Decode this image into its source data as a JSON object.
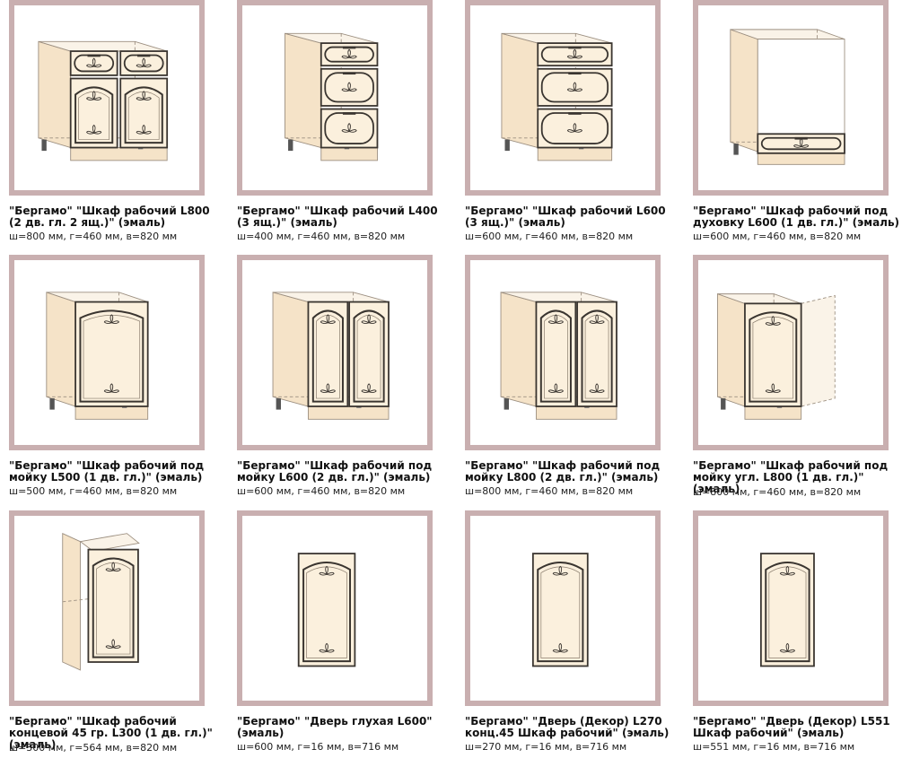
{
  "colors": {
    "frame": "#c9afb0",
    "side": "#f5e3c8",
    "door": "#fbf0dd",
    "line": "#3a3530"
  },
  "products": [
    {
      "title": "\"Бергамо\" \"Шкаф рабочий L800 (2 дв. гл. 2 ящ.)\" (эмаль)",
      "dims": "ш=800 мм, г=460 мм, в=820 мм",
      "icon": "cabinet-2door-2drawer-icon"
    },
    {
      "title": "\"Бергамо\" \"Шкаф рабочий L400 (3 ящ.)\" (эмаль)",
      "dims": "ш=400 мм, г=460 мм, в=820 мм",
      "icon": "cabinet-3drawer-narrow-icon"
    },
    {
      "title": "\"Бергамо\" \"Шкаф рабочий L600 (3 ящ.)\" (эмаль)",
      "dims": "ш=600 мм, г=460 мм, в=820 мм",
      "icon": "cabinet-3drawer-icon"
    },
    {
      "title": "\"Бергамо\" \"Шкаф рабочий под духовку L600 (1 дв. гл.)\" (эмаль)",
      "dims": "ш=600 мм, г=460 мм, в=820 мм",
      "icon": "oven-cabinet-icon"
    },
    {
      "title": "\"Бергамо\" \"Шкаф рабочий под мойку L500 (1 дв. гл.)\" (эмаль)",
      "dims": "ш=500 мм, г=460 мм, в=820 мм",
      "icon": "sink-cabinet-1door-icon"
    },
    {
      "title": "\"Бергамо\" \"Шкаф рабочий под мойку L600 (2 дв. гл.)\" (эмаль)",
      "dims": "ш=600 мм, г=460 мм, в=820 мм",
      "icon": "sink-cabinet-2door-icon"
    },
    {
      "title": "\"Бергамо\" \"Шкаф рабочий под мойку L800 (2 дв. гл.)\" (эмаль)",
      "dims": "ш=800 мм, г=460 мм, в=820 мм",
      "icon": "sink-cabinet-2door-wide-icon"
    },
    {
      "title": "\"Бергамо\" \"Шкаф рабочий под мойку угл. L800 (1 дв. гл.)\" (эмаль)",
      "dims": "ш=800 мм, г=460 мм, в=820 мм",
      "icon": "corner-sink-cabinet-icon"
    },
    {
      "title": "\"Бергамо\" \"Шкаф рабочий концевой 45 гр. L300 (1 дв. гл.)\" (эмаль)",
      "dims": "ш=300 мм, г=564 мм, в=820 мм",
      "icon": "end-cabinet-45-icon"
    },
    {
      "title": "\"Бергамо\" \"Дверь глухая L600\" (эмаль)",
      "dims": "ш=600 мм, г=16 мм, в=716 мм",
      "icon": "door-panel-icon"
    },
    {
      "title": "\"Бергамо\" \"Дверь (Декор) L270 конц.45 Шкаф рабочий\" (эмаль)",
      "dims": "ш=270 мм, г=16 мм, в=716 мм",
      "icon": "door-decor-270-icon"
    },
    {
      "title": "\"Бергамо\" \"Дверь (Декор) L551 Шкаф рабочий\" (эмаль)",
      "dims": "ш=551 мм, г=16 мм, в=716 мм",
      "icon": "door-decor-551-icon"
    }
  ]
}
